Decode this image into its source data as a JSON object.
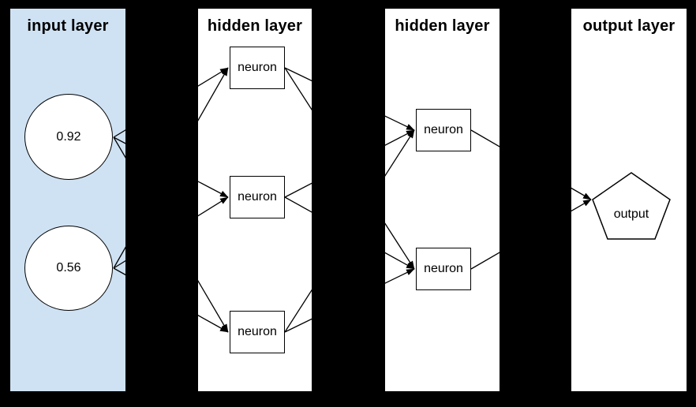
{
  "diagram": {
    "background_color": "#000000",
    "line_color": "#000000",
    "input_panel_fill": "#cfe2f3",
    "panel_fill": "#ffffff",
    "layers": [
      {
        "id": "input",
        "title": "input layer",
        "nodes": [
          {
            "id": "in1",
            "label": "0.92",
            "shape": "circle"
          },
          {
            "id": "in2",
            "label": "0.56",
            "shape": "circle"
          }
        ]
      },
      {
        "id": "hidden1",
        "title": "hidden layer",
        "nodes": [
          {
            "id": "h1a",
            "label": "neuron",
            "shape": "rect"
          },
          {
            "id": "h1b",
            "label": "neuron",
            "shape": "rect"
          },
          {
            "id": "h1c",
            "label": "neuron",
            "shape": "rect"
          }
        ]
      },
      {
        "id": "hidden2",
        "title": "hidden layer",
        "nodes": [
          {
            "id": "h2a",
            "label": "neuron",
            "shape": "rect"
          },
          {
            "id": "h2b",
            "label": "neuron",
            "shape": "rect"
          }
        ]
      },
      {
        "id": "output",
        "title": "output layer",
        "nodes": [
          {
            "id": "out",
            "label": "output",
            "shape": "pentagon"
          }
        ]
      }
    ],
    "connections": [
      {
        "from": "in1",
        "to": "h1a"
      },
      {
        "from": "in1",
        "to": "h1b"
      },
      {
        "from": "in1",
        "to": "h1c"
      },
      {
        "from": "in2",
        "to": "h1a"
      },
      {
        "from": "in2",
        "to": "h1b"
      },
      {
        "from": "in2",
        "to": "h1c"
      },
      {
        "from": "h1a",
        "to": "h2a"
      },
      {
        "from": "h1a",
        "to": "h2b"
      },
      {
        "from": "h1b",
        "to": "h2a"
      },
      {
        "from": "h1b",
        "to": "h2b"
      },
      {
        "from": "h1c",
        "to": "h2a"
      },
      {
        "from": "h1c",
        "to": "h2b"
      },
      {
        "from": "h2a",
        "to": "out"
      },
      {
        "from": "h2b",
        "to": "out"
      }
    ]
  }
}
